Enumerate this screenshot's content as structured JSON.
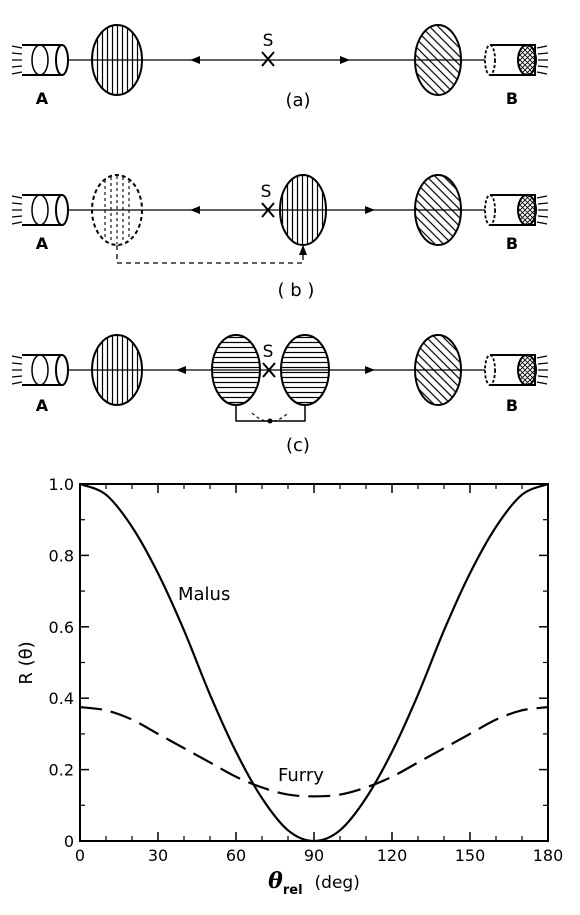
{
  "diagram": {
    "source_label": "S",
    "detector_left_label": "A",
    "detector_right_label": "B",
    "panels": [
      {
        "caption": "(a)"
      },
      {
        "caption": "( b )"
      },
      {
        "caption": "(c)"
      }
    ]
  },
  "chart_data": {
    "type": "line",
    "ylabel": "R (θ)",
    "xlabel_symbol": "θ",
    "xlabel_subscript": "rel",
    "xlabel_unit": "(deg)",
    "xlim": [
      0,
      180
    ],
    "ylim": [
      0,
      1.0
    ],
    "xticks": [
      0,
      30,
      60,
      90,
      120,
      150,
      180
    ],
    "yticks": [
      0,
      0.2,
      0.4,
      0.6,
      0.8,
      1.0
    ],
    "ytick_labels": [
      "0",
      "0.2",
      "0.4",
      "0.6",
      "0.8",
      "1.0"
    ],
    "grid": false,
    "series": [
      {
        "name": "Malus",
        "style": "solid",
        "x": [
          0,
          10,
          20,
          30,
          40,
          50,
          60,
          70,
          80,
          90,
          100,
          110,
          120,
          130,
          140,
          150,
          160,
          170,
          180
        ],
        "y": [
          1.0,
          0.97,
          0.88,
          0.75,
          0.59,
          0.41,
          0.25,
          0.12,
          0.03,
          0.0,
          0.03,
          0.12,
          0.25,
          0.41,
          0.59,
          0.75,
          0.88,
          0.97,
          1.0
        ]
      },
      {
        "name": "Furry",
        "style": "dashed",
        "x": [
          0,
          10,
          20,
          30,
          40,
          50,
          60,
          70,
          80,
          90,
          100,
          110,
          120,
          130,
          140,
          150,
          160,
          170,
          180
        ],
        "y": [
          0.375,
          0.366,
          0.34,
          0.3,
          0.26,
          0.22,
          0.18,
          0.15,
          0.13,
          0.125,
          0.13,
          0.15,
          0.18,
          0.22,
          0.26,
          0.3,
          0.34,
          0.366,
          0.375
        ]
      }
    ]
  }
}
